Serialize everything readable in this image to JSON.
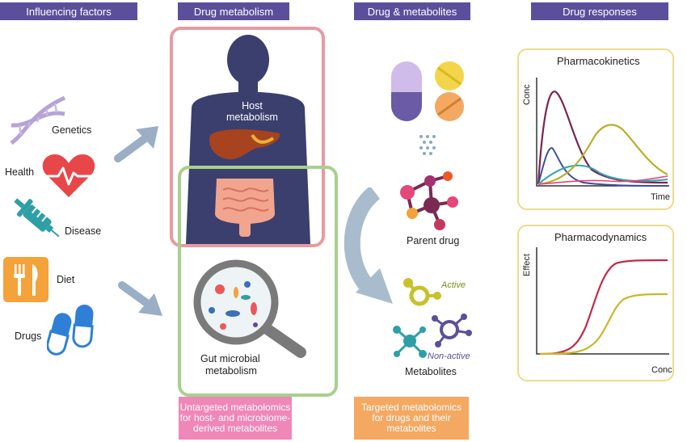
{
  "headers": {
    "influencing": "Influencing factors",
    "metabolism": "Drug metabolism",
    "metabolites": "Drug & metabolites",
    "responses": "Drug responses"
  },
  "factors": {
    "genetics": "Genetics",
    "health": "Health",
    "disease": "Disease",
    "diet": "Diet",
    "drugs": "Drugs"
  },
  "metabolism": {
    "host_line1": "Host",
    "host_line2": "metabolism",
    "gut_line1": "Gut microbial",
    "gut_line2": "metabolism"
  },
  "drug_section": {
    "parent_drug": "Parent drug",
    "active": "Active",
    "non_active": "Non-active",
    "metabolites": "Metabolites"
  },
  "pk": {
    "title": "Pharmacokinetics",
    "ylabel": "Conc",
    "xlabel": "Time"
  },
  "pd": {
    "title": "Pharmacodynamics",
    "ylabel": "Effect",
    "xlabel": "Conc"
  },
  "captions": {
    "untargeted": [
      "Untargeted metabolomics",
      "for host- and microbiome-",
      "derived metabolites"
    ],
    "targeted": [
      "Targeted metabolomics",
      "for drugs and their",
      "metabolites"
    ]
  },
  "colors": {
    "header": "#5b4f9b",
    "body": "#3b3f6e",
    "host_box": "#e89aa0",
    "gut_box": "#a8d08d",
    "untargeted_caption": "#ef87b8",
    "targeted_caption": "#f4a862",
    "panel_border": "#f0d98a",
    "arrow": "#9aaec6"
  }
}
